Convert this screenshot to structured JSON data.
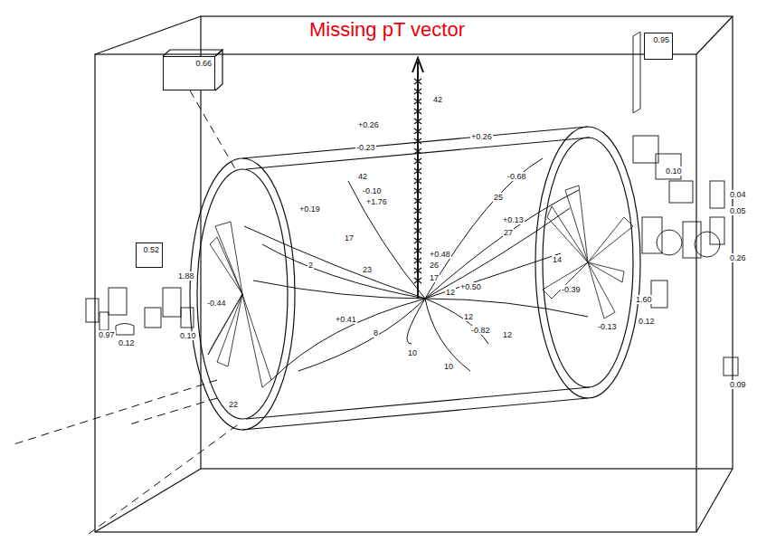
{
  "diagram": {
    "nodes": [
      {
        "text": [
          "0.66"
        ]
      },
      {
        "text": [
          "0.52"
        ]
      },
      {
        "text": [
          "0.95"
        ]
      }
    ],
    "labels": [
      "Missing pT vector",
      "42",
      "+0.26",
      "-0.23",
      "+0.26",
      "42",
      "-0.10",
      "+1.76",
      "17",
      "2",
      "23",
      "+0.19",
      "+0.48",
      "26",
      "17",
      "12",
      "+0.50",
      "12",
      "-0.82",
      "-0.68",
      "25",
      "+0.13",
      "27",
      "+0.41",
      "8",
      "10",
      "10",
      "12",
      "-0.44",
      "1.88",
      "0.97",
      "0.12",
      "0.10",
      "0.10",
      "0.04",
      "0.05",
      "0.26",
      "0.09",
      "0.12",
      "-0.39",
      "1.60",
      "-0.13",
      "22",
      "14"
    ]
  }
}
